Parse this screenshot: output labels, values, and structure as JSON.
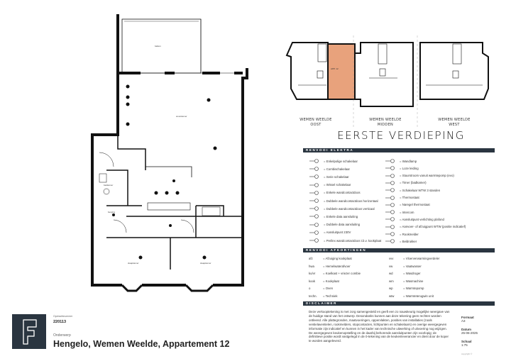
{
  "plan": {
    "rooms": [
      "balkon",
      "woonkamer",
      "slaapkamer",
      "slaapkamer",
      "badkamer",
      "berging"
    ]
  },
  "keyplan": {
    "highlight_color": "#e8a27c",
    "highlight_label": "APP. 12",
    "blocks": [
      {
        "line1": "WEMEN WEELDE",
        "line2": "OOST"
      },
      {
        "line1": "WEMEN WEELDE",
        "line2": "MIDDEN"
      },
      {
        "line1": "WEMEN WEELDE",
        "line2": "WEST"
      }
    ]
  },
  "floor_title": "EERSTE VERDIEPING",
  "legend_electra": {
    "title": "RENVOOI ELEKTRA",
    "left": [
      "= Enkelpolige schakelaar",
      "= Combischakelaar",
      "= Serie schakelaar",
      "= Wissel schakelaar",
      "= Enkele wandcontactdoos",
      "= Dubbele wandcontactdoos horizontaal",
      "= Dubbele wandcontactdoos verticaal",
      "= Enkele data aansluiting",
      "= Dubbele data aansluiting",
      "= Aansluitpunt 230V",
      "= Perilex wandcontactdoos t.b.v. kookplaat"
    ],
    "right": [
      "= Wandlamp",
      "= Loze leiding",
      "= Stuurstroom vanuit warmtepomp (evo)",
      "= Timer (badkamer)",
      "= Schakelaar WTW 3 standen",
      "= Thermostaat",
      "= Naregel thermostaat",
      "= Intercom",
      "= Aansluitpunt verlichting plafond",
      "= Aanvoer- of afzuigpunt WTW (positie indicatief)",
      "= Rookmelder",
      "= Beldrukker"
    ]
  },
  "legend_abbr": {
    "title": "RENVOOI AFKORTINGEN",
    "left": [
      {
        "k": "afz",
        "v": "= Afzuiging kookplaat"
      },
      {
        "k": "hwa",
        "v": "= Hemelwaterafvoer"
      },
      {
        "k": "ko/vr",
        "v": "= Koelkast + vriezer combie"
      },
      {
        "k": "kook",
        "v": "= Kookplaat"
      },
      {
        "k": "o",
        "v": "= Oven"
      },
      {
        "k": "techn.",
        "v": "= Techniek"
      }
    ],
    "right": [
      {
        "k": "vvv",
        "v": "= Vloerverwarmingverdeler"
      },
      {
        "k": "vw",
        "v": "= Vaatwasser"
      },
      {
        "k": "wd",
        "v": "= Wasdroger"
      },
      {
        "k": "wm",
        "v": "= Wasmachine"
      },
      {
        "k": "wp",
        "v": "= Warmtepomp"
      },
      {
        "k": "wtw",
        "v": "= Warmteterugwin unit"
      }
    ]
  },
  "disclaimer": {
    "title": "DISCLAIMER",
    "text": "Deze verkooptekening is met zorg samengesteld en geeft een zo nauwkeurig mogelijke weergave van de huidige stand van het ontwerp. Desondanks kunnen aan deze tekening geen rechten worden ontleend. Alle plattegronden, maatvoeringen, oppervlakten, posities van installaties (zoals ventielaventielen, rookmelders, stopcontacten, lichtpunten en schakelaars) en overige weergegeven informatie zijn indicatief en kunnen in het kader van technische uitwerking of uitvoering nog wijzigen.",
    "text2": "De weergegeven keukenopstelling en de daarbij behorende aansluitpunten zijn voorlopig; de definitieve positie wordt vastgelegd in de 0-tekening van de keukenleverancier en dient door de koper te worden aangeleverd."
  },
  "meta": {
    "format_label": "Formaat",
    "format": "A3",
    "date_label": "Datum",
    "date": "25-06-2025",
    "scale_label": "Schaal",
    "scale": "1:75",
    "copyright": "copyright ©"
  },
  "titleblock": {
    "logo_letter": "F",
    "order_label": "Opdrachtnummer",
    "order": "220113",
    "subject_label": "Onderwerp",
    "subject": "Hengelo, Wemen Weelde, Appartement 12"
  },
  "colors": {
    "dark": "#2a3540",
    "highlight": "#e8a27c"
  }
}
